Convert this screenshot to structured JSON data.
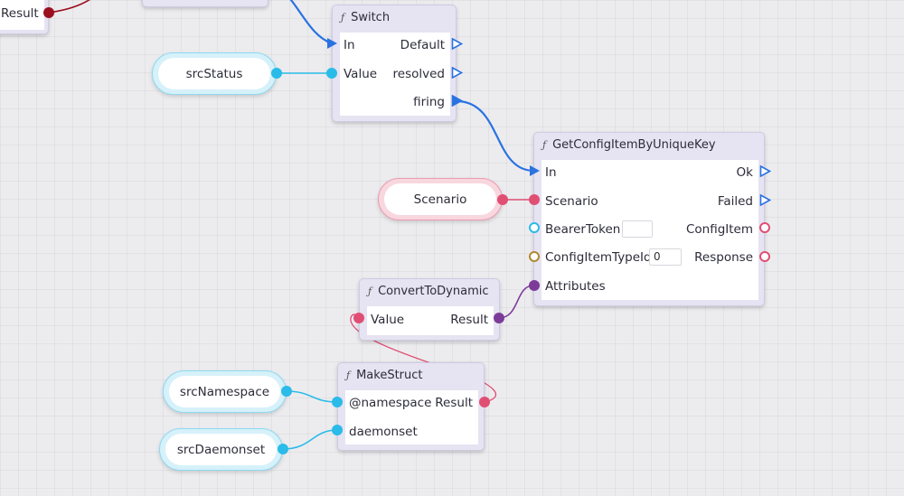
{
  "colors": {
    "exec": "#2a72e0",
    "cyan": "#2bbbe8",
    "pink": "#e04f73",
    "purple": "#7d3b99",
    "gold": "#b0892e",
    "darkred": "#9c0f1f"
  },
  "nodes": {
    "top_left": {
      "result_label": "Result"
    },
    "switch": {
      "icon": "function-icon",
      "title": "Switch",
      "in_label": "In",
      "value_label": "Value",
      "default_label": "Default",
      "resolved_label": "resolved",
      "firing_label": "firing"
    },
    "get_config": {
      "icon": "function-icon",
      "title": "GetConfigItemByUniqueKey",
      "in_label": "In",
      "scenario_label": "Scenario",
      "bearer_label": "BearerToken",
      "bearer_value": "",
      "type_id_label": "ConfigItemTypeId",
      "type_id_value": "0",
      "attributes_label": "Attributes",
      "ok_label": "Ok",
      "failed_label": "Failed",
      "config_item_label": "ConfigItem",
      "response_label": "Response"
    },
    "convert": {
      "icon": "function-icon",
      "title": "ConvertToDynamic",
      "value_label": "Value",
      "result_label": "Result"
    },
    "make_struct": {
      "icon": "function-icon",
      "title": "MakeStruct",
      "namespace_label": "@namespace",
      "daemonset_label": "daemonset",
      "result_label": "Result"
    }
  },
  "variables": {
    "src_status": "srcStatus",
    "scenario": "Scenario",
    "src_namespace": "srcNamespace",
    "src_daemonset": "srcDaemonset"
  }
}
